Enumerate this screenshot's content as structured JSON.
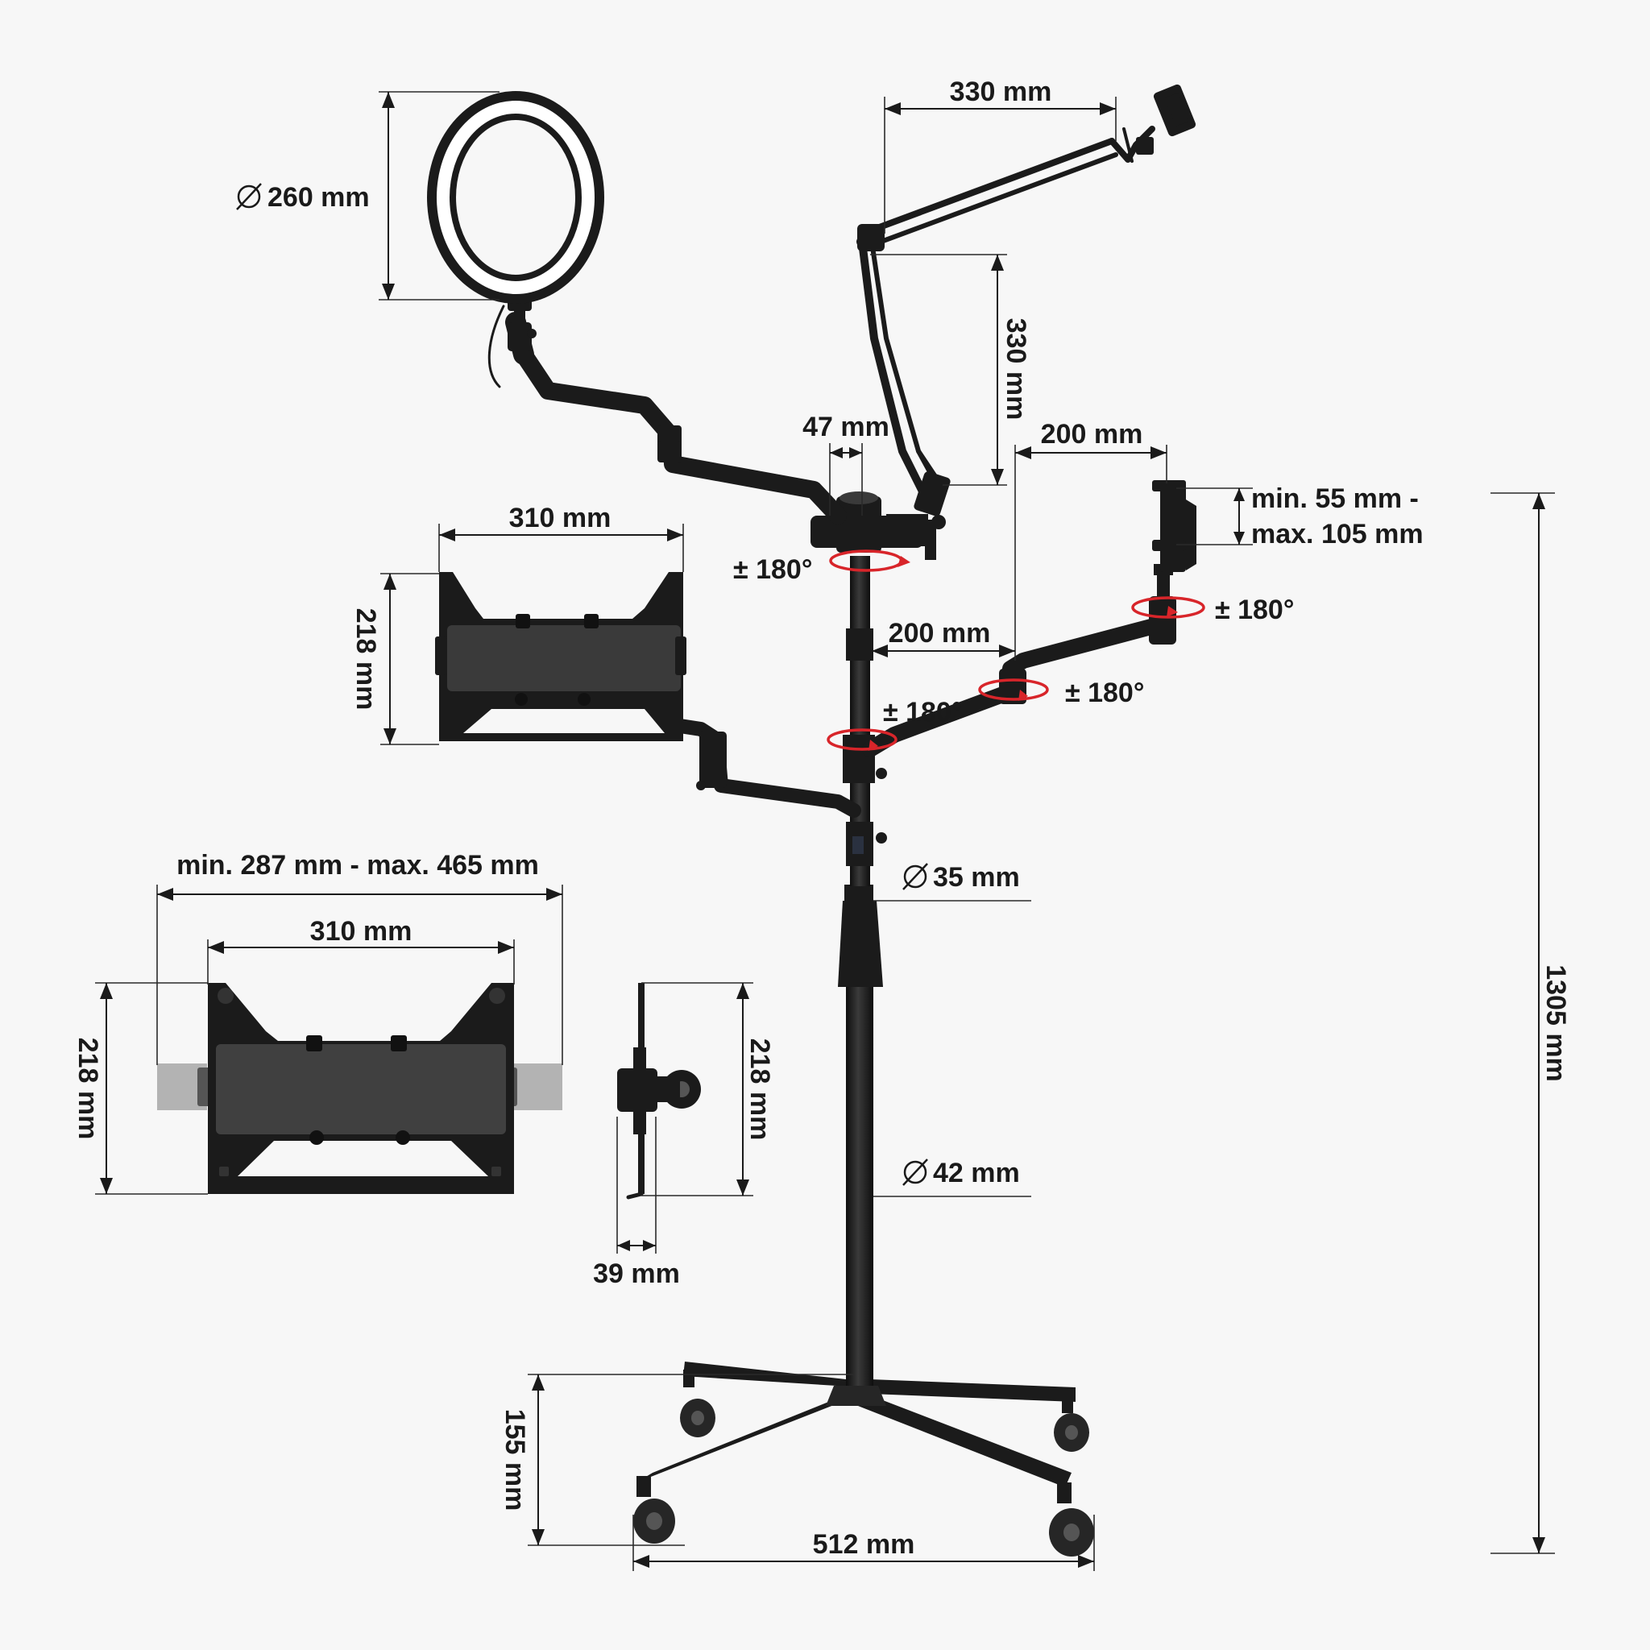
{
  "colors": {
    "background": "#f7f7f7",
    "product": "#1b1b1b",
    "dimension_lines": "#1a1a1a",
    "rotation_arrows": "#d8252a",
    "ring_light_face": "#ffffff"
  },
  "dimensions": {
    "ring_light_diameter": "260 mm",
    "mic_arm_length": "330 mm",
    "mic_arm_height": "330 mm",
    "clamp_width": "47 mm",
    "phone_arm_offset_top": "200 mm",
    "phone_holder_range_line1": "min. 55 mm -",
    "phone_holder_range_line2": "max. 105 mm",
    "laptop_tray_width_top": "310 mm",
    "laptop_tray_height_top": "218 mm",
    "phone_arm_offset_mid": "200 mm",
    "laptop_tray_range": "min. 287 mm - max. 465 mm",
    "laptop_tray_width_detail": "310 mm",
    "laptop_tray_height_detail": "218 mm",
    "laptop_tray_side_height": "218 mm",
    "laptop_tray_depth": "39 mm",
    "pole_upper_diameter": "35 mm",
    "pole_lower_diameter": "42 mm",
    "total_height": "1305 mm",
    "base_height": "155 mm",
    "base_width": "512 mm"
  },
  "rotations": {
    "head_clamp": "± 180°",
    "phone_mount": "± 180°",
    "phone_arm_joint": "± 180°",
    "lower_clamp": "± 180°"
  },
  "icons": {
    "diameter": "diameter-icon",
    "rotation": "rotation-arrow-icon"
  }
}
